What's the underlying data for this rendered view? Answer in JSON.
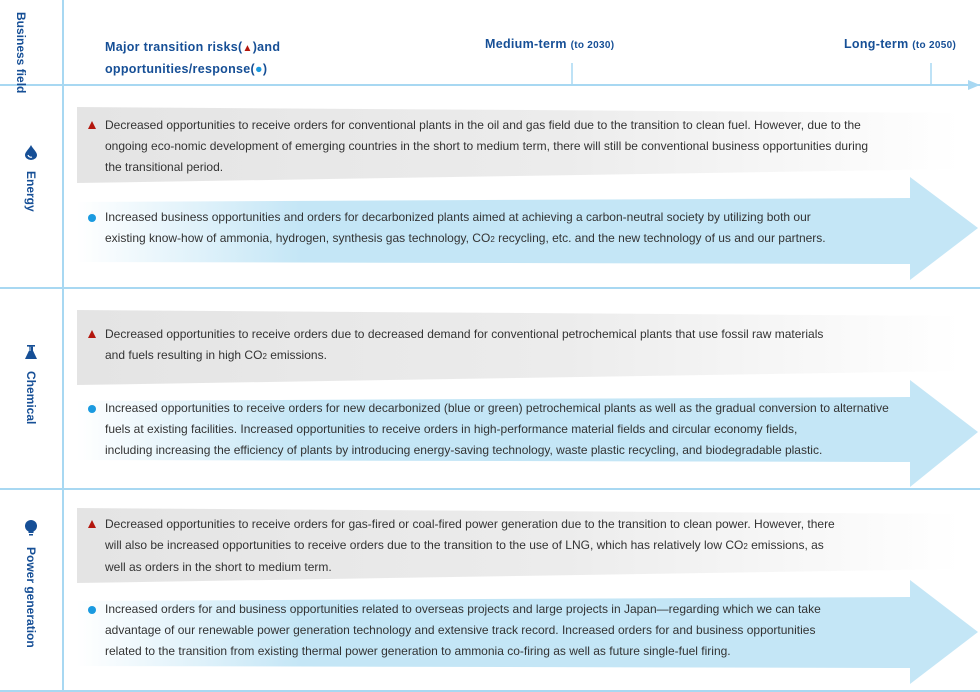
{
  "header": {
    "business_field": "Business field",
    "risks_line1": "Major transition risks(",
    "risks_line1_end": ")and",
    "risks_line2": "opportunities/response(",
    "risks_line2_end": ")",
    "medium_term": "Medium-term",
    "medium_term_note": "(to 2030)",
    "long_term": "Long-term",
    "long_term_note": "(to 2050)"
  },
  "colors": {
    "accent": "#164f96",
    "risk": "#b3160d",
    "opportunity": "#1a9ae0",
    "arrow": "#c4e6f6",
    "band": "#e6e6e6"
  },
  "fields": [
    {
      "name": "Energy",
      "icon": "water-drop-icon",
      "risk": [
        "Decreased opportunities to receive orders for conventional plants in the oil and gas field due to the transition to clean fuel. However, due to the",
        "ongoing eco-nomic development of emerging countries in the short to medium term, there will still be conventional business opportunities during",
        "the transitional period."
      ],
      "opportunity": [
        "Increased business opportunities and orders for decarbonized plants aimed at achieving a carbon-neutral society by utilizing both our",
        "existing know-how of ammonia, hydrogen, synthesis gas technology, CO2 recycling, etc. and the new technology of us and our partners."
      ]
    },
    {
      "name": "Chemical",
      "icon": "flask-icon",
      "risk": [
        "Decreased opportunities to receive orders due to decreased demand for conventional petrochemical plants that use fossil raw materials",
        "and fuels resulting in high CO2 emissions."
      ],
      "opportunity": [
        "Increased opportunities to receive orders for new decarbonized (blue or green) petrochemical plants as well as the gradual conversion to alternative",
        "fuels at existing facilities. Increased opportunities to receive orders in high-performance material fields and circular economy fields,",
        "including increasing the efficiency of plants by introducing energy-saving technology, waste plastic recycling, and biodegradable plastic."
      ]
    },
    {
      "name": "Power generation",
      "icon": "light-bulb-icon",
      "risk": [
        "Decreased opportunities to receive orders for gas-fired or coal-fired power generation due to the transition to clean power. However, there",
        "will also be increased opportunities to receive orders due to the transition to the use of LNG, which has relatively low CO2 emissions, as",
        "well as orders in the short to medium term."
      ],
      "opportunity": [
        "Increased orders for and business opportunities related to overseas projects and large projects in Japan—regarding which we can take",
        "advantage of our renewable power generation technology and extensive track record. Increased orders for and business opportunities",
        "related to the transition from existing thermal power generation to ammonia co-firing as well as future single-fuel firing."
      ]
    }
  ]
}
